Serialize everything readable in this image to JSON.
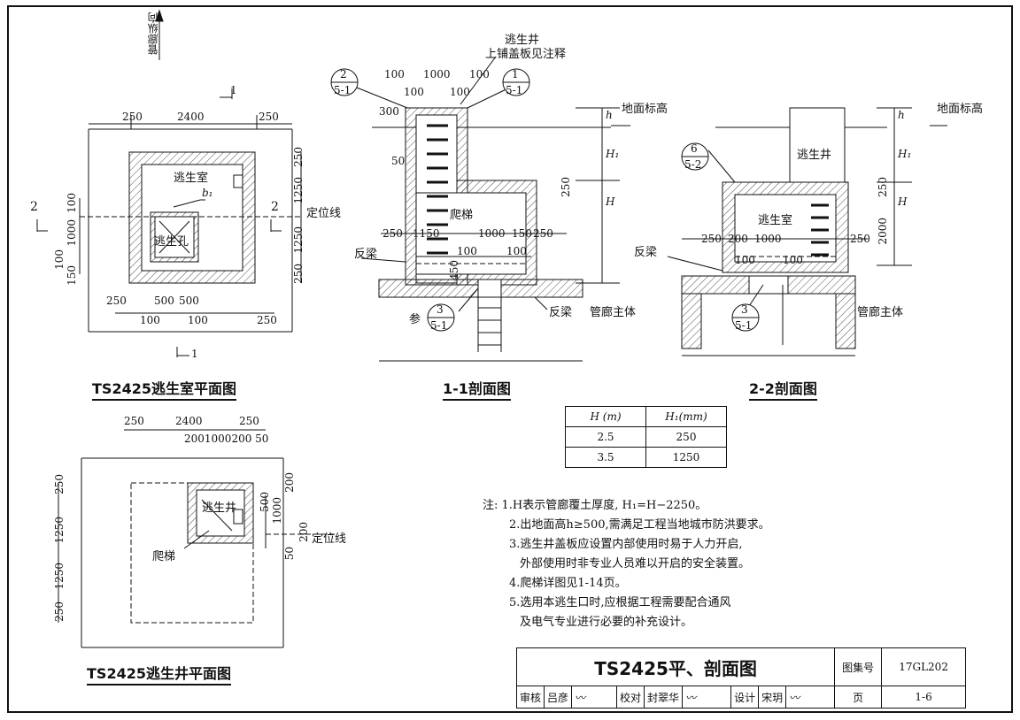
{
  "plan_room": {
    "title": "TS2425逃生室平面图",
    "north_label": "管廊纵向",
    "top_dims": [
      "250",
      "2400",
      "250"
    ],
    "bottom_dims": [
      "250",
      "500",
      "500",
      "250"
    ],
    "bottom_dims2": [
      "100",
      "100"
    ],
    "right_dims": [
      "250",
      "1250",
      "1250",
      "250"
    ],
    "left_dims": [
      "100",
      "1000",
      "100",
      "150"
    ],
    "room_label": "逃生室",
    "hole_label": "逃生孔",
    "b1": "b₁",
    "locator": "定位线",
    "sec1": "1",
    "sec2": "2"
  },
  "plan_well": {
    "title": "TS2425逃生井平面图",
    "top_dims": [
      "250",
      "2400",
      "250"
    ],
    "top_small": "2001000200 50",
    "left_dims": [
      "250",
      "1250",
      "1250",
      "250"
    ],
    "right_dims": [
      "500",
      "1000",
      "200",
      "200",
      "50"
    ],
    "well_label": "逃生井",
    "ladder_label": "爬梯",
    "locator": "定位线"
  },
  "section_11": {
    "title": "1-1剖面图",
    "well_label": "逃生井",
    "cover_note": "上铺盖板见注释",
    "top_dims": [
      "100",
      "1000",
      "100"
    ],
    "small_dims": [
      "100",
      "100"
    ],
    "ref_a": {
      "top": "2",
      "bottom": "5-1"
    },
    "ref_b": {
      "top": "1",
      "bottom": "5-1"
    },
    "ref_c": {
      "prefix": "参",
      "top": "3",
      "bottom": "5-1"
    },
    "ground": "地面标高",
    "ladder": "爬梯",
    "beam": "反梁",
    "beam2": "反梁",
    "corridor": "管廊主体",
    "mid_dims": [
      "250",
      "1150",
      "1000",
      "150",
      "250"
    ],
    "low_dims": [
      "100",
      "100"
    ],
    "vdims": [
      "300",
      "50",
      "250",
      "450"
    ],
    "h": "h",
    "H1": "H₁",
    "H": "H"
  },
  "section_22": {
    "title": "2-2剖面图",
    "well_label": "逃生井",
    "room_label": "逃生室",
    "ground": "地面标高",
    "ref_a": {
      "top": "6",
      "bottom": "5-2"
    },
    "ref_b": {
      "top": "3",
      "bottom": "5-1"
    },
    "beam": "反梁",
    "corridor": "管廊主体",
    "mid_dims": [
      "250",
      "200",
      "1000",
      "250"
    ],
    "low_dims": [
      "100",
      "100"
    ],
    "vdims": [
      "250",
      "2000"
    ],
    "h": "h",
    "H1": "H₁",
    "H": "H"
  },
  "h_table": {
    "headers": [
      "H (m)",
      "H₁(mm)"
    ],
    "rows": [
      [
        "2.5",
        "250"
      ],
      [
        "3.5",
        "1250"
      ]
    ]
  },
  "notes": {
    "prefix": "注:",
    "items": [
      "1.H表示管廊覆土厚度, H₁=H−2250。",
      "2.出地面高h≥500,需满足工程当地城市防洪要求。",
      "3.逃生井盖板应设置内部使用时易于人力开启,",
      "外部使用时非专业人员难以开启的安全装置。",
      "4.爬梯详图见1-14页。",
      "5.选用本逃生口时,应根据工程需要配合通风",
      "及电气专业进行必要的补充设计。"
    ]
  },
  "title_block": {
    "main_title": "TS2425平、剖面图",
    "atlas_label": "图集号",
    "atlas_no": "17GL202",
    "review": "审核",
    "reviewer": "吕彦",
    "check": "校对",
    "checker": "封翠华",
    "design": "设计",
    "designer": "宋玥",
    "page_label": "页",
    "page_no": "1-6"
  }
}
